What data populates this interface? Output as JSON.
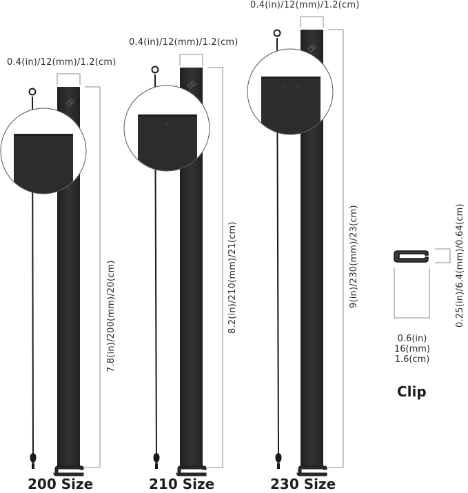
{
  "products": [
    {
      "size_label": "200 Size",
      "width_dimension": "0.4(in)/12(mm)/1.2(cm)",
      "length_dimension": "7.8(in)/200(mm)/20(cm)"
    },
    {
      "size_label": "210 Size",
      "width_dimension": "0.4(in)/12(mm)/1.2(cm)",
      "length_dimension": "8.2(in)/210(mm)/21(cm)"
    },
    {
      "size_label": "230 Size",
      "width_dimension": "0.4(in)/12(mm)/1.2(cm)",
      "length_dimension": "9(in)/230(mm)/23(cm)"
    }
  ],
  "clip": {
    "label": "Clip",
    "height_dimension": "0.25(in)/6.4(mm)/0.64(cm)",
    "width_lines": [
      "0.6(in)",
      "16(mm)",
      "1.6(cm)"
    ]
  },
  "colors": {
    "strap": "#2b2b2b",
    "dimension_line": "#8a8a8a",
    "background": "#ffffff"
  }
}
